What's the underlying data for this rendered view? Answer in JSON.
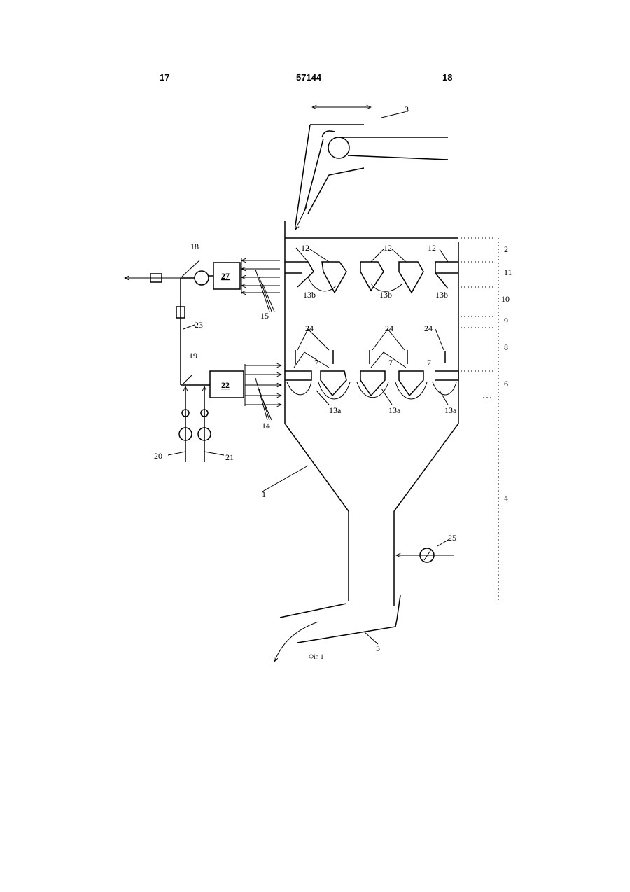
{
  "header": {
    "left": "17",
    "center": "57144",
    "right": "18"
  },
  "caption": "Фіг. 1",
  "labels": {
    "l1": "1",
    "l2": "2",
    "l3": "3",
    "l4": "4",
    "l5": "5",
    "l6": "6",
    "l7": "7",
    "l8": "8",
    "l9": "9",
    "l10": "10",
    "l11": "11",
    "l12": "12",
    "l13a": "13a",
    "l13b": "13b",
    "l14": "14",
    "l15": "15",
    "l18": "18",
    "l19": "19",
    "l20": "20",
    "l21": "21",
    "l22": "22",
    "l23": "23",
    "l24": "24",
    "l25": "25",
    "l27": "27"
  }
}
